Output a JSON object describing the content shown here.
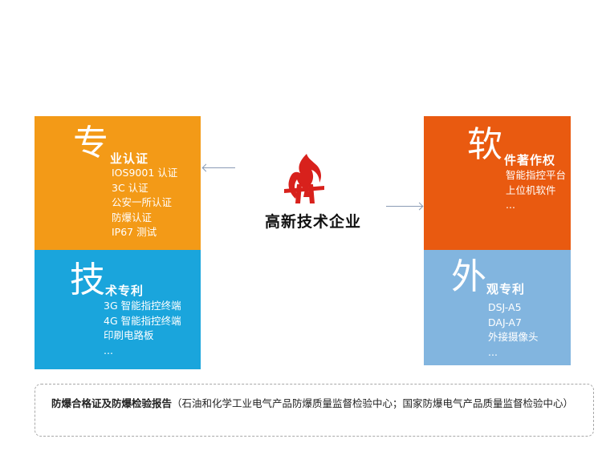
{
  "colors": {
    "orange": "#f39a17",
    "blue": "#1aa5dc",
    "dark_orange": "#e95a10",
    "light_blue": "#82b5df",
    "logo_red": "#d8211c"
  },
  "panels": {
    "zhuan": {
      "big": "专",
      "rest": "业认证",
      "items": [
        "IOS9001 认证",
        "3C 认证",
        "公安一所认证",
        "防爆认证",
        "IP67 测试"
      ]
    },
    "ji": {
      "big": "技",
      "rest": "术专利",
      "items": [
        "3G 智能指控终端",
        "4G 智能指控终端",
        "印刷电路板",
        "..."
      ]
    },
    "ruan": {
      "big": "软",
      "rest": "件著作权",
      "items": [
        "智能指控平台",
        "上位机软件",
        "..."
      ]
    },
    "wai": {
      "big": "外",
      "rest": "观专利",
      "items": [
        "DSJ-A5",
        "DAJ-A7",
        "外接摄像头",
        "..."
      ]
    }
  },
  "center": {
    "title": "高新技术企业",
    "logo_icon": "high-tech-enterprise-logo"
  },
  "report": {
    "bold": "防爆合格证及防爆检验报告",
    "rest": "（石油和化学工业电气产品防爆质量监督检验中心；国家防爆电气产品质量监督检验中心）"
  }
}
